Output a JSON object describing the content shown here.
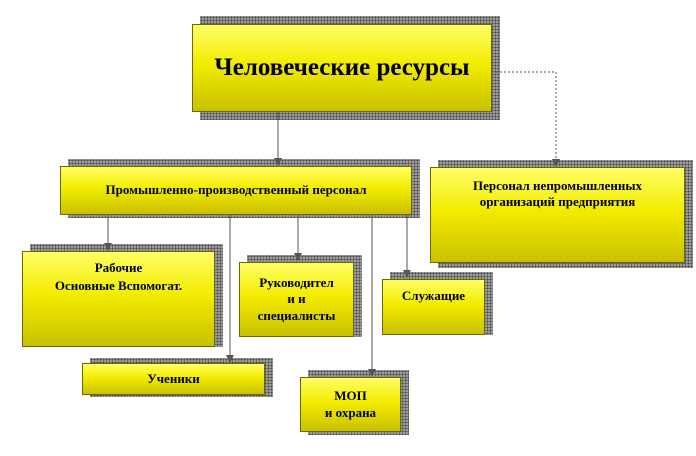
{
  "root": {
    "label": "Человеческие ресурсы"
  },
  "industrial_staff": {
    "label": "Промышленно-производственный  персонал"
  },
  "nonindustrial_staff": {
    "label": "Персонал  непромышленных\nорганизаций  предприятия"
  },
  "workers": {
    "title": "Рабочие",
    "subtitle": "Основные Вспомогат."
  },
  "managers": {
    "label": "Руководител\nи и\nспециалисты"
  },
  "employees": {
    "label": "Служащие"
  },
  "apprentices": {
    "label": "Ученики"
  },
  "mop": {
    "label": "МОП\nи охрана"
  },
  "colors": {
    "box_fill": "#f3ec00",
    "box_border": "#6b6a00",
    "shadow": "#9a9a9a",
    "line": "#555555"
  }
}
